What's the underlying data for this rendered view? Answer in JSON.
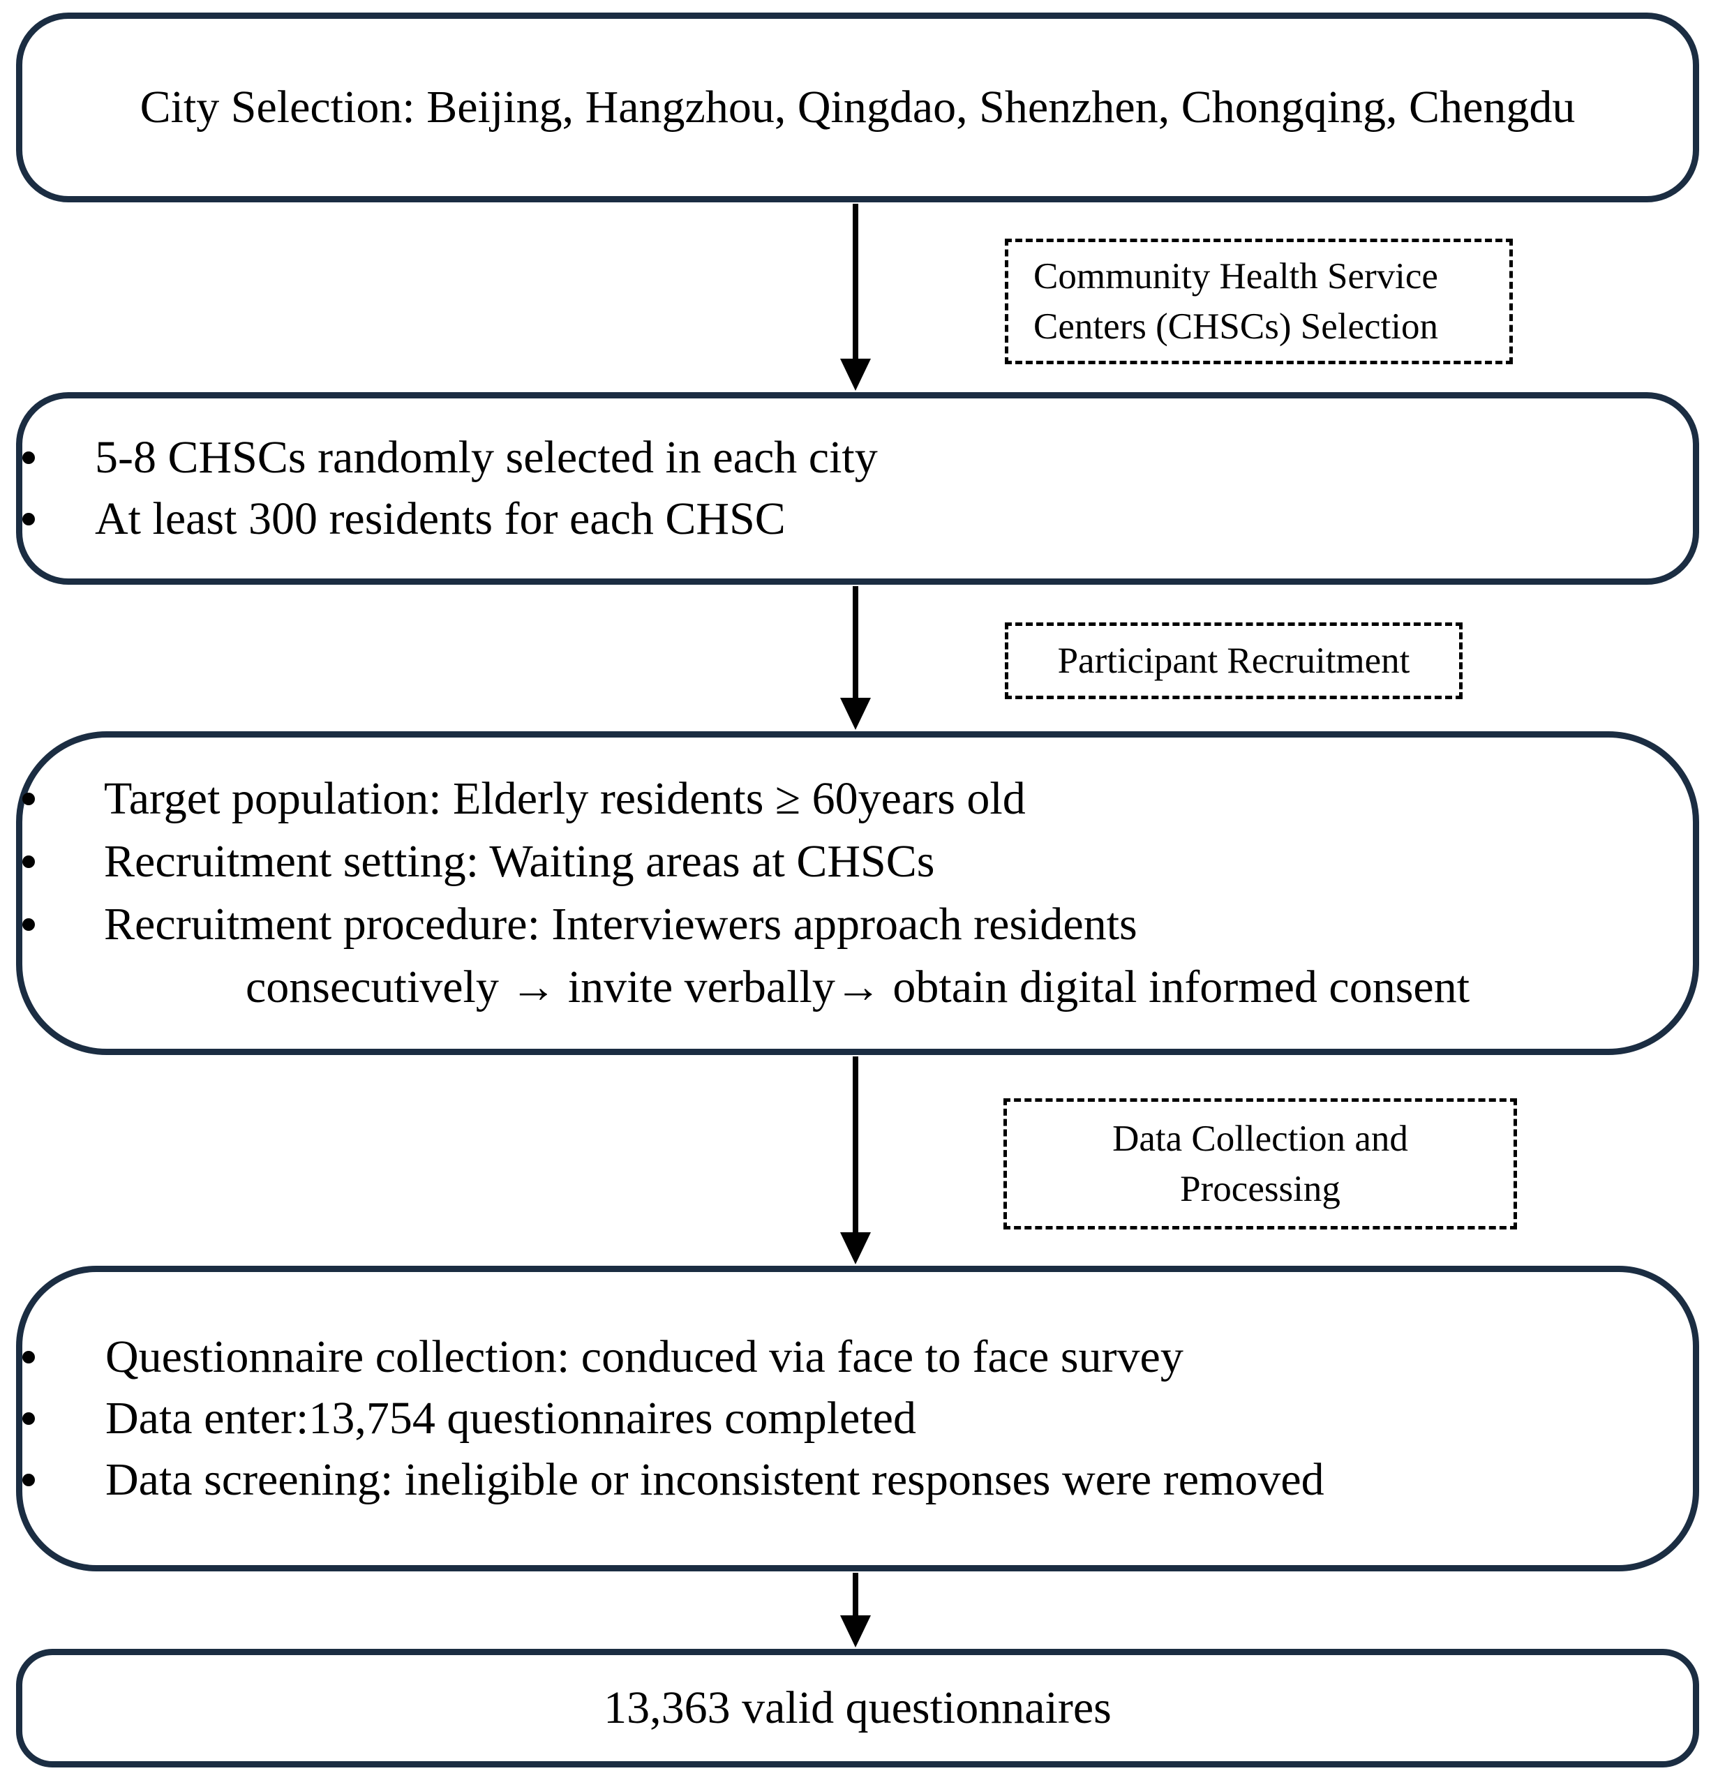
{
  "figure": {
    "background": "#ffffff",
    "box_border_color": "#1b2d42",
    "text_color": "#010101",
    "boxes": {
      "city_selection": {
        "text": "City Selection: Beijing, Hangzhou, Qingdao, Shenzhen, Chongqing, Chengdu"
      },
      "chsc_criteria": {
        "items": [
          "5-8 CHSCs randomly selected in each city",
          "At least 300 residents for each CHSC"
        ]
      },
      "recruitment_details": {
        "items": [
          "Target population: Elderly residents ≥ 60years old",
          "Recruitment setting: Waiting areas at CHSCs",
          "Recruitment procedure: Interviewers approach residents"
        ],
        "continuation": "consecutively → invite verbally→ obtain digital informed consent"
      },
      "data_processing": {
        "items": [
          "Questionnaire collection: conduced via face to face survey",
          "Data enter:13,754 questionnaires completed",
          "Data screening: ineligible or inconsistent responses were removed"
        ]
      },
      "valid_questionnaires": {
        "text": "13,363 valid questionnaires"
      }
    },
    "phase_labels": {
      "chsc_selection": {
        "text": "Community Health Service\nCenters (CHSCs) Selection"
      },
      "participant_recruitment": {
        "text": "Participant Recruitment"
      },
      "data_collection": {
        "text": "Data Collection and\nProcessing"
      }
    }
  }
}
